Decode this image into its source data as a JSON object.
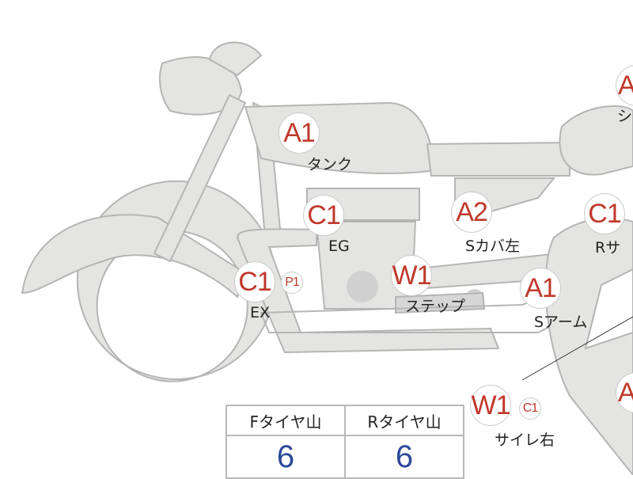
{
  "badges": [
    {
      "code": "A1",
      "label": "タンク"
    },
    {
      "code": "C1",
      "label": "EG"
    },
    {
      "code": "A2",
      "label": "Sカバ左"
    },
    {
      "code": "C1",
      "label": "Rサ"
    },
    {
      "code": "C1",
      "sub": "P1",
      "label": "EX"
    },
    {
      "code": "W1",
      "label": "ステップ"
    },
    {
      "code": "A1",
      "label": "Sアーム"
    },
    {
      "code": "W1",
      "sub": "C1",
      "label": "サイレ右"
    },
    {
      "code": "A",
      "label": "シ"
    },
    {
      "code": "A"
    }
  ],
  "tire_table": {
    "headers": [
      "Fタイヤ山",
      "Rタイヤ山"
    ],
    "values": [
      "6",
      "6"
    ]
  },
  "colors": {
    "badge_text": "#c0392b",
    "value_text": "#2c4a9a",
    "bike_fill": "#e4e4e2",
    "bike_stroke": "#b5b5b5"
  }
}
